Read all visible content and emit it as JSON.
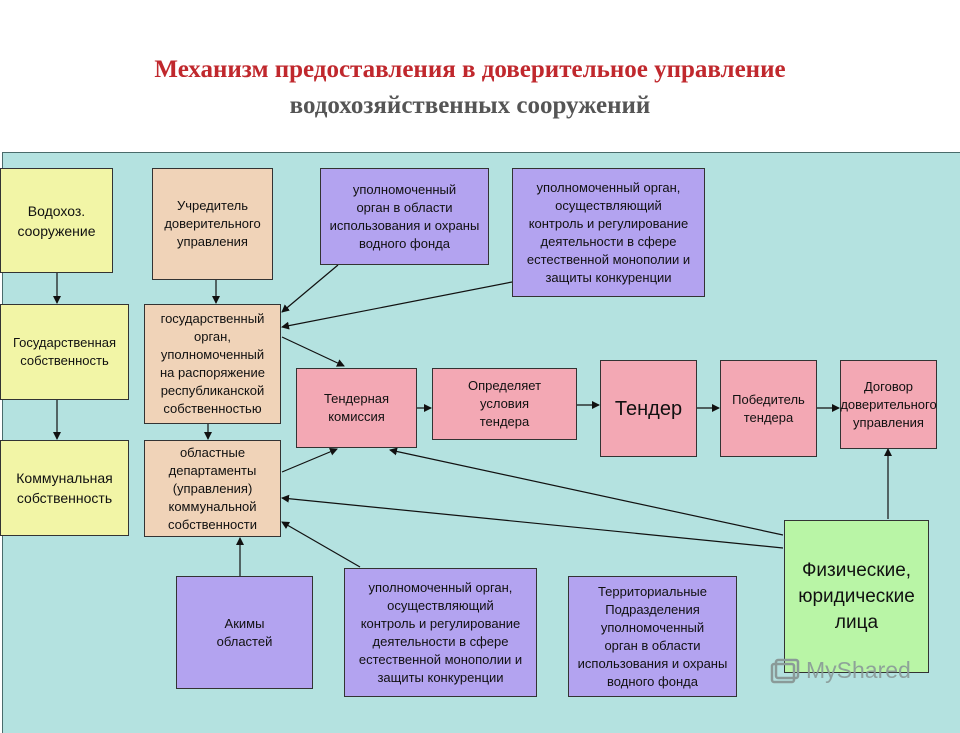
{
  "title": {
    "line1": "Механизм предоставления  в  доверительное управление",
    "line2": "водохозяйственных сооружений"
  },
  "boxes": {
    "vodokhoz": "Водохоз.\nсооружение",
    "uchreditel": "Учредитель\nдоверительного\nуправления",
    "upolnom_vodfond": "уполномоченный\nорган в области\nиспользования и охраны\nводного фонда",
    "upolnom_monopoly_top": "уполномоченный орган,\nосуществляющий\nконтроль и регулирование\nдеятельности в сфере\nестественной монополии и\nзащиты конкуренции",
    "gos_sobstv": "Государственная\nсобственность",
    "gos_organ": "государственный\nорган,\nуполномоченный\nна распоряжение\nреспубликанской\nсобственностью",
    "tender_komissiya": "Тендерная\nкомиссия",
    "opredelyaet": "Определяет\nусловия\nтендера",
    "tender": "Тендер",
    "pobeditel": "Победитель\nтендера",
    "dogovor": "Договор\nдоверительного\nуправления",
    "kommunal": "Коммунальная\nсобственность",
    "oblastnye": "областные\nдепартаменты\n(управления)\nкоммунальной\nсобственности",
    "fiz_yur": "Физические,\nюридические\nлица",
    "akimy": "Акимы\nобластей",
    "upolnom_monopoly_bottom": "уполномоченный орган,\nосуществляющий\nконтроль и регулирование\nдеятельности в сфере\nестественной монополии и\nзащиты конкуренции",
    "territorialnye": "Территориальные\nПодразделения\nуполномоченный\nорган в области\nиспользования и охраны\nводного фонда"
  },
  "watermark": "MyShared",
  "colors": {
    "panel": "#b4e2e0",
    "yellow": "#f2f5a6",
    "beige": "#f0d3b8",
    "violet": "#b3a3f0",
    "pink": "#f3a8b4",
    "green": "#b9f5a6",
    "title_red": "#c0282d",
    "title_gray": "#555555"
  }
}
